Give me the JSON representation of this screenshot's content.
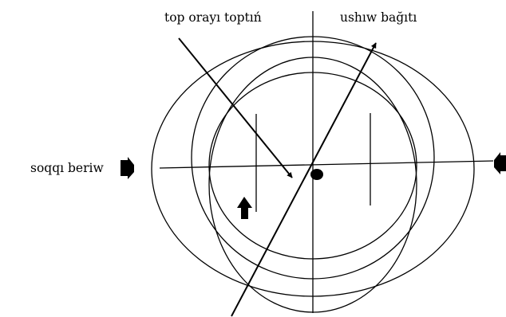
{
  "labels": {
    "ball_trajectory": "top orayı toptıń",
    "flight_direction": "ushıw bağıtı",
    "strike": "soqqı beriw"
  },
  "colors": {
    "stroke": "#000000",
    "background": "#ffffff"
  }
}
